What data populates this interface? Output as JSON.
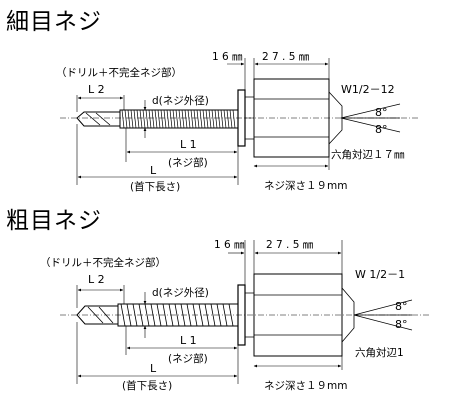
{
  "fine": {
    "heading": "細目ネジ",
    "drill_note": "（ドリル＋不完全ネジ部）",
    "L2": "L 2",
    "d_label": "d(ネジ外径)",
    "L1": "L 1",
    "thread_part": "(ネジ部)",
    "L": "L",
    "under_head": "(首下長さ)",
    "dim16": "1 6 ㎜",
    "dim275": "2 7 . 5 ㎜",
    "pipe_thread": "W1/2－12",
    "angle_top": "8°",
    "angle_bottom": "8°",
    "hex": "六角対辺１７㎜",
    "depth": "ネジ深さ１９mm"
  },
  "coarse": {
    "heading": "粗目ネジ",
    "drill_note": "（ドリル＋不完全ネジ部）",
    "L2": "L 2",
    "d_label": "d(ネジ外径)",
    "L1": "L 1",
    "thread_part": "(ネジ部)",
    "L": "L",
    "under_head": "(首下長さ)",
    "dim16": "1 6 ㎜",
    "dim275": "2 7 . 5 ㎜",
    "pipe_thread": "W 1/2－1",
    "angle_top": "8°",
    "angle_bottom": "8°",
    "hex": "六角対辺1",
    "depth": "ネジ深さ１９mm"
  }
}
